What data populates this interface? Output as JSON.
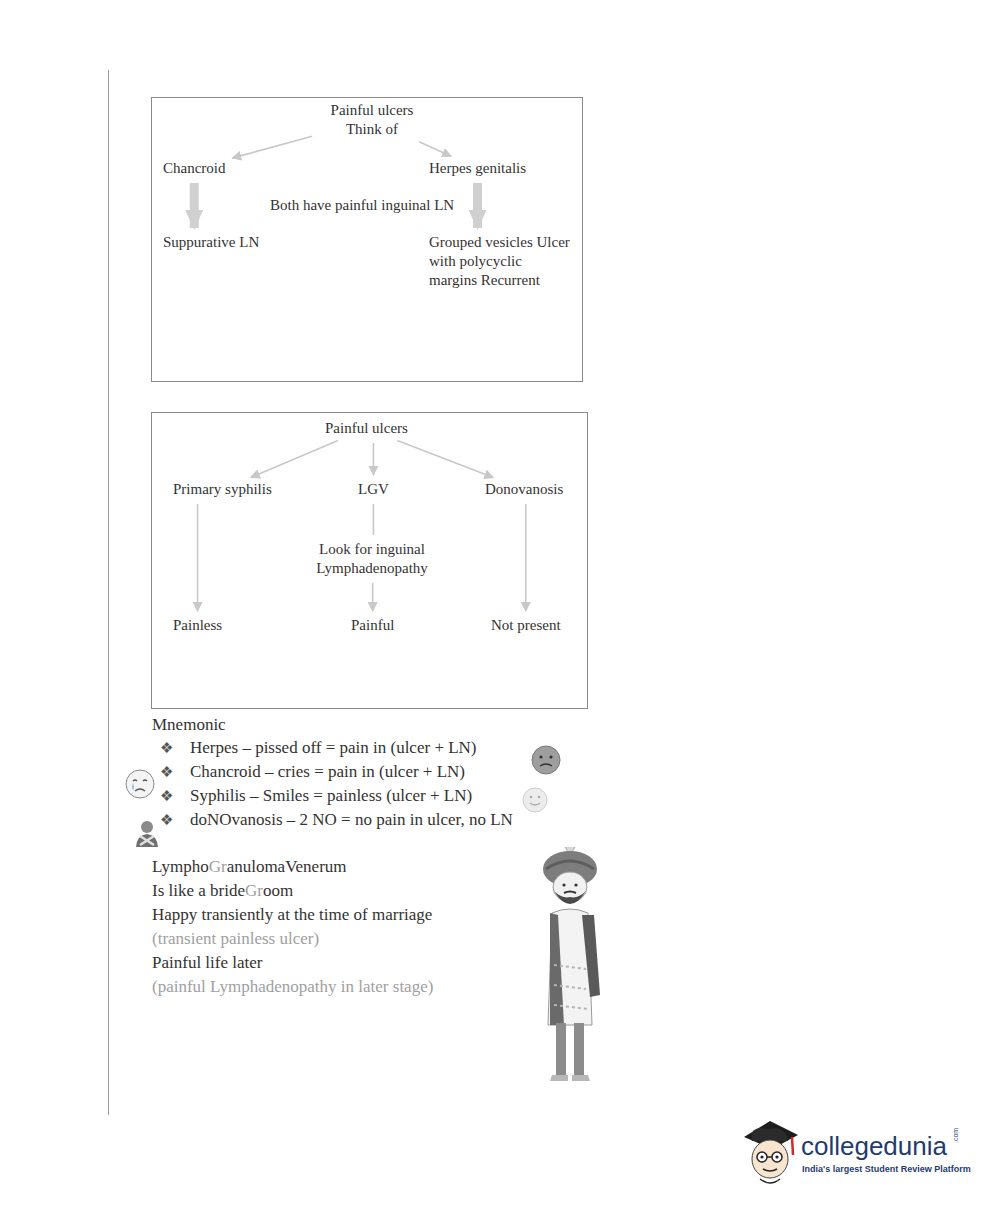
{
  "diagram": {
    "nodes": [
      {
        "text": []
      },
      {
        "text": [
          "Painful ulcers Think of"
        ],
        "in": 0
      },
      {
        "text": [
          "Chancroid"
        ],
        "in": 0
      },
      {
        "text": [
          "Herpes genitalis"
        ],
        "in": 0
      },
      {
        "text": [
          "Both have painful inguinal LN"
        ],
        "in": 0
      },
      {
        "text": [
          "Suppurative LN"
        ],
        "in": 0
      },
      {
        "text": [
          "Grouped vesicles Ulcer with polycyclic margins Recurrent"
        ],
        "in": 0
      },
      {
        "text": []
      },
      {
        "text": [
          "Painful ulcers"
        ],
        "in": 7
      },
      {
        "text": [
          "Primary syphilis"
        ],
        "in": 7
      },
      {
        "text": [
          "LGV"
        ],
        "in": 7
      },
      {
        "text": [
          "Donovanosis"
        ],
        "in": 7
      },
      {
        "text": [
          "Look for inguinal Lymphadenopathy"
        ],
        "in": 7
      },
      {
        "text": [
          "Painless"
        ],
        "in": 7
      },
      {
        "text": [
          "Painful"
        ],
        "in": 7
      },
      {
        "text": [
          "Not present"
        ],
        "in": 7
      }
    ],
    "edges": [
      {
        "from": 1,
        "to": 2,
        "arrow": "to"
      },
      {
        "from": 1,
        "to": 3,
        "arrow": "to"
      },
      {
        "from": 2,
        "to": 5,
        "arrow": "to"
      },
      {
        "from": 3,
        "to": 6,
        "arrow": "to"
      },
      {
        "from": 8,
        "to": 9,
        "arrow": "to"
      },
      {
        "from": 8,
        "to": 10,
        "arrow": "to"
      },
      {
        "from": 8,
        "to": 11,
        "arrow": "to"
      },
      {
        "from": 9,
        "to": 13,
        "arrow": "to"
      },
      {
        "from": 10,
        "to": 12,
        "arrow": "none"
      },
      {
        "from": 12,
        "to": 14,
        "arrow": "to"
      },
      {
        "from": 11,
        "to": 15,
        "arrow": "to"
      }
    ],
    "labels": [
      "Mnemonic",
      "❖",
      "Herpes – pissed off = pain in (ulcer + LN)",
      "❖",
      "Chancroid – cries = pain in (ulcer + LN)",
      "❖",
      "Syphilis – Smiles = painless (ulcer + LN)",
      "❖",
      "doNOvanosis – 2 NO = no pain in ulcer, no LN",
      "Lympho",
      "Gr",
      "anulomaVenerum",
      "Is like a bride",
      "Gr",
      "oom",
      "Happy transiently at the time of marriage",
      "(transient painless ulcer)",
      "Painful life later",
      "(painful Lymphadenopathy in later stage)",
      "collegedunia",
      ".com",
      "India's largest Student Review Platform"
    ]
  }
}
